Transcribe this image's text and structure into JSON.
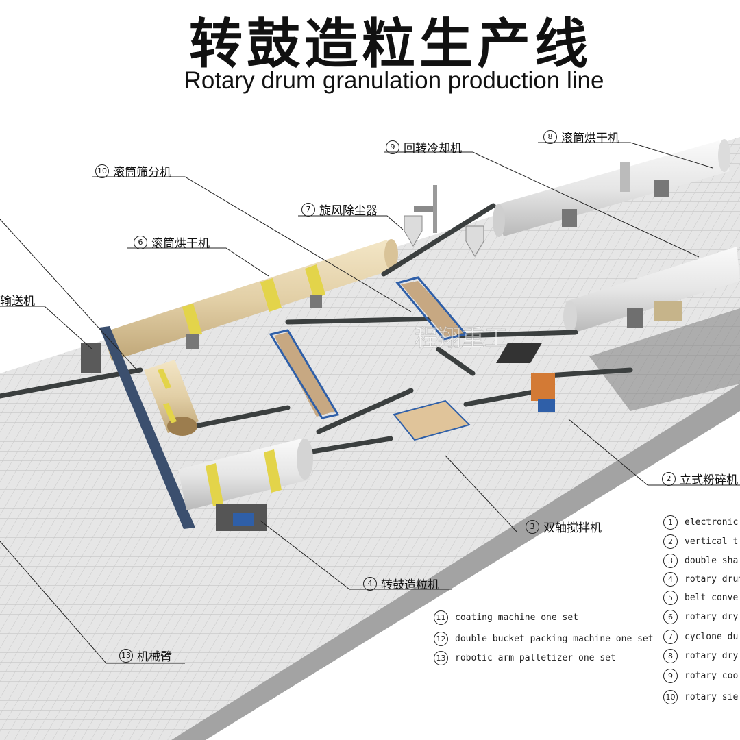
{
  "title": {
    "cn": "转鼓造粒生产线",
    "en": "Rotary drum granulation production line"
  },
  "watermark": "程翔重工",
  "callouts": [
    {
      "id": "c9",
      "num": "9",
      "label": "回转冷却机"
    },
    {
      "id": "c8",
      "num": "8",
      "label": "滚筒烘干机"
    },
    {
      "id": "c10",
      "num": "10",
      "label": "滚筒筛分机"
    },
    {
      "id": "c7",
      "num": "7",
      "label": "旋风除尘器"
    },
    {
      "id": "c6",
      "num": "6",
      "label": "滚筒烘干机"
    },
    {
      "id": "c5",
      "num": "",
      "label": "输送机"
    },
    {
      "id": "c2",
      "num": "2",
      "label": "立式粉碎机"
    },
    {
      "id": "c3",
      "num": "3",
      "label": "双轴搅拌机"
    },
    {
      "id": "c4",
      "num": "4",
      "label": "转鼓造粒机"
    },
    {
      "id": "c13",
      "num": "13",
      "label": "机械臂"
    }
  ],
  "legend_bottom": [
    {
      "num": "11",
      "text": "coating machine one set"
    },
    {
      "num": "12",
      "text": "double bucket packing machine one set"
    },
    {
      "num": "13",
      "text": "robotic arm palletizer one set"
    }
  ],
  "legend_right": [
    {
      "num": "1",
      "text": "electronic"
    },
    {
      "num": "2",
      "text": "vertical t"
    },
    {
      "num": "3",
      "text": "double sha"
    },
    {
      "num": "4",
      "text": "rotary drum"
    },
    {
      "num": "5",
      "text": "belt conve"
    },
    {
      "num": "6",
      "text": "rotary dry"
    },
    {
      "num": "7",
      "text": "cyclone du"
    },
    {
      "num": "8",
      "text": "rotary dry"
    },
    {
      "num": "9",
      "text": "rotary coo"
    },
    {
      "num": "10",
      "text": "rotary sie"
    }
  ],
  "colors": {
    "floor": "#e6e6e6",
    "floor_grid": "#c9c9c9",
    "platform_side": "#9a9a9a",
    "drum_beige": "#e2cfa6",
    "drum_grey": "#e9e9e9",
    "ring_yellow": "#e9d84a",
    "frame_blue": "#2f5fa8",
    "belt": "#3c3f3f"
  }
}
